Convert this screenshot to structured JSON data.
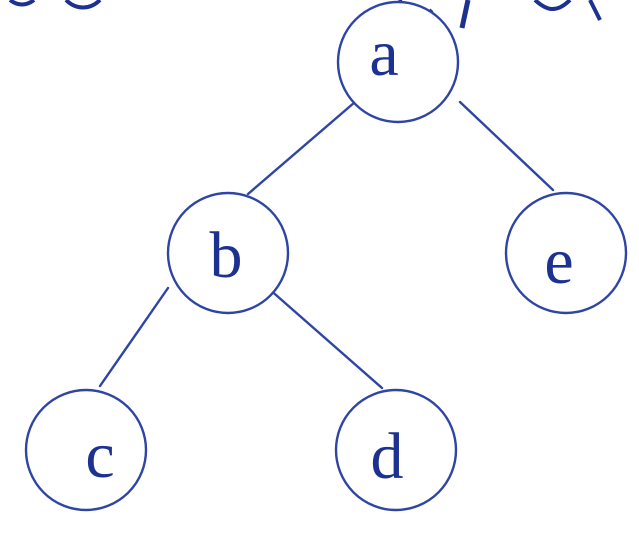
{
  "tree": {
    "nodes": [
      {
        "id": "a",
        "label": "a"
      },
      {
        "id": "b",
        "label": "b"
      },
      {
        "id": "e",
        "label": "e"
      },
      {
        "id": "c",
        "label": "c"
      },
      {
        "id": "d",
        "label": "d"
      }
    ],
    "edges": [
      {
        "from": "a",
        "to": "b"
      },
      {
        "from": "a",
        "to": "e"
      },
      {
        "from": "b",
        "to": "c"
      },
      {
        "from": "b",
        "to": "d"
      }
    ]
  },
  "colors": {
    "stroke": "#2f45a3",
    "text": "#1d3190",
    "background": "#ffffff"
  }
}
